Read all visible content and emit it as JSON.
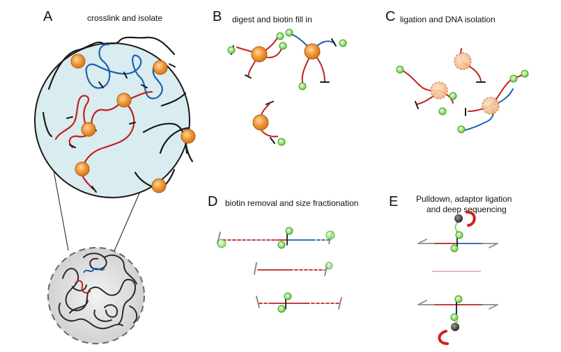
{
  "panels": {
    "a": {
      "letter": "A",
      "title": "crosslink and isolate"
    },
    "b": {
      "letter": "B",
      "title": "digest and biotin fill in"
    },
    "c": {
      "letter": "C",
      "title": "ligation and DNA isolation"
    },
    "d": {
      "letter": "D",
      "title": "biotin removal and size fractionation"
    },
    "e": {
      "letter": "E",
      "title_line1": "Pulldown, adaptor ligation",
      "title_line2": "and deep sequencing"
    }
  },
  "colors": {
    "red_dna": "#c0201e",
    "blue_dna": "#1f5fad",
    "black_dna": "#1a1a1a",
    "protein_orange": "#f29a3a",
    "biotin_green": "#7ed957",
    "nucleus_fill": "#d9ecef",
    "adaptor_gray": "#8a8a8a"
  },
  "icons": [
    "protein-sphere-icon",
    "biotin-bead-icon",
    "streptavidin-bead-icon",
    "dna-end-cap-icon"
  ]
}
